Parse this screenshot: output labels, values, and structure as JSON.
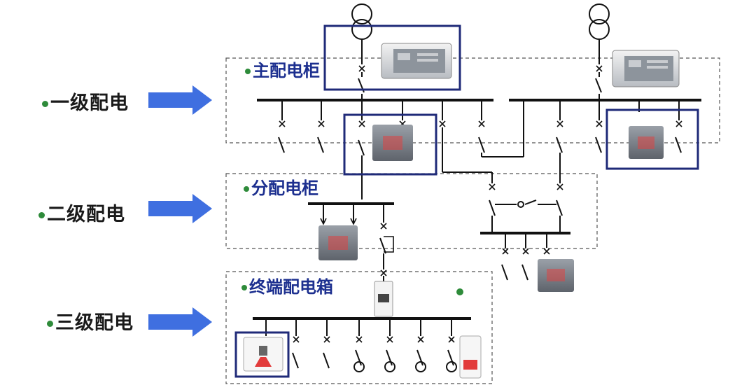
{
  "levels": [
    {
      "label": "一级配电"
    },
    {
      "label": "二级配电"
    },
    {
      "label": "三级配电"
    }
  ],
  "panels": {
    "main": "主配电柜",
    "sub": "分配电柜",
    "terminal": "终端配电箱"
  },
  "colors": {
    "arrow": "#3f6fe0",
    "highlight_box": "#1f2a78",
    "title_text": "#1c2f8f",
    "bullet": "#2e8b3a",
    "dashed_border": "#555555"
  },
  "icons": [
    "transformer-icon",
    "air-circuit-breaker-icon",
    "molded-case-breaker-icon",
    "miniature-breaker-icon",
    "isolator-switch-icon"
  ]
}
